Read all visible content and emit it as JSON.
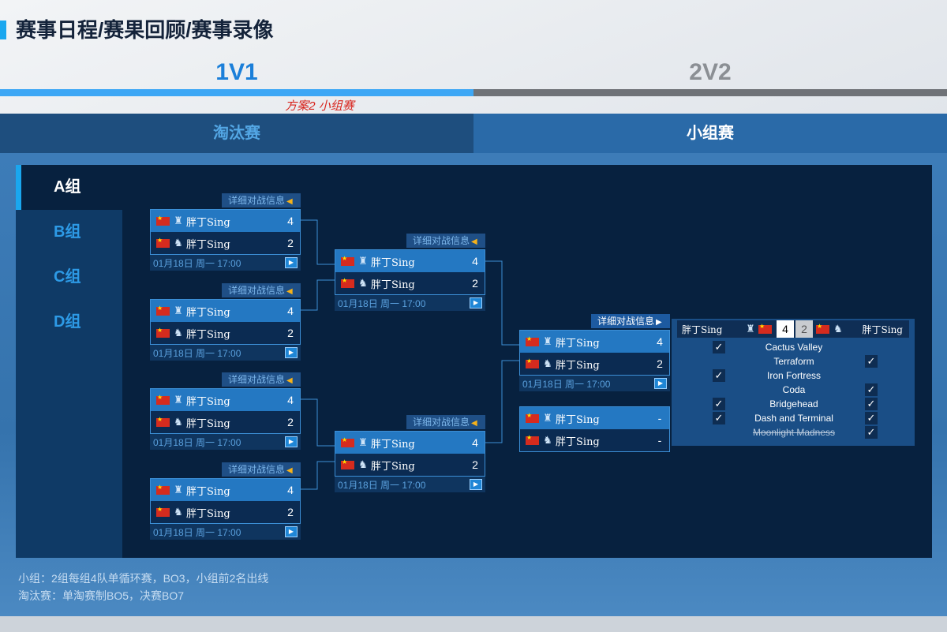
{
  "page_title": "赛事日程/赛果回顾/赛事录像",
  "mode_tabs": [
    "1V1",
    "2V2"
  ],
  "plan_note": "方案2  小组赛",
  "stage_tabs": [
    "淘汰赛",
    "小组赛"
  ],
  "groups": [
    "A组",
    "B组",
    "C组",
    "D组"
  ],
  "match_header": "详细对战信息",
  "matches": [
    {
      "p1": "胖丁Sing",
      "s1": "4",
      "p2": "胖丁Sing",
      "s2": "2",
      "date": "01月18日 周一 17:00"
    },
    {
      "p1": "胖丁Sing",
      "s1": "4",
      "p2": "胖丁Sing",
      "s2": "2",
      "date": "01月18日 周一 17:00"
    },
    {
      "p1": "胖丁Sing",
      "s1": "4",
      "p2": "胖丁Sing",
      "s2": "2",
      "date": "01月18日 周一 17:00"
    },
    {
      "p1": "胖丁Sing",
      "s1": "4",
      "p2": "胖丁Sing",
      "s2": "2",
      "date": "01月18日 周一 17:00"
    },
    {
      "p1": "胖丁Sing",
      "s1": "4",
      "p2": "胖丁Sing",
      "s2": "2",
      "date": "01月18日 周一 17:00"
    },
    {
      "p1": "胖丁Sing",
      "s1": "4",
      "p2": "胖丁Sing",
      "s2": "2",
      "date": "01月18日 周一 17:00"
    },
    {
      "p1": "胖丁Sing",
      "s1": "4",
      "p2": "胖丁Sing",
      "s2": "2",
      "date": "01月18日 周一 17:00"
    },
    {
      "p1": "胖丁Sing",
      "s1": "-",
      "p2": "胖丁Sing",
      "s2": "-"
    }
  ],
  "detail": {
    "p1": "胖丁Sing",
    "score1": "4",
    "score2": "2",
    "p2": "胖丁Sing",
    "maps": [
      {
        "name": "Cactus Valley",
        "left": true,
        "right": false,
        "struck": false
      },
      {
        "name": "Terraform",
        "left": false,
        "right": true,
        "struck": false
      },
      {
        "name": "Iron Fortress",
        "left": true,
        "right": false,
        "struck": false
      },
      {
        "name": "Coda",
        "left": false,
        "right": true,
        "struck": false
      },
      {
        "name": "Bridgehead",
        "left": true,
        "right": true,
        "struck": false
      },
      {
        "name": "Dash and Terminal",
        "left": true,
        "right": true,
        "struck": false
      },
      {
        "name": "Moonlight Madness",
        "left": false,
        "right": true,
        "struck": true
      }
    ]
  },
  "rules": [
    "小组：2组每组4队单循环赛，BO3，小组前2名出线",
    "淘汰赛：单淘赛制BO5，决赛BO7"
  ],
  "colors": {
    "accent": "#1aa7ef",
    "win_row": "#2478c2",
    "panel": "#07213f",
    "note": "#d8231c"
  }
}
